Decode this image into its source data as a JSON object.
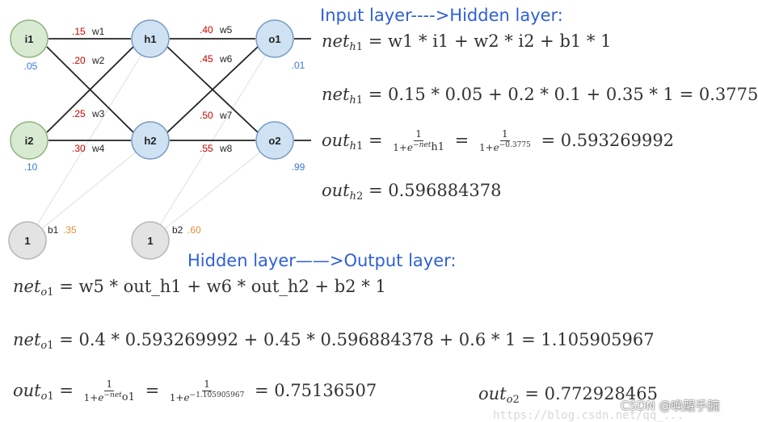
{
  "network": {
    "nodes": {
      "i1": "i1",
      "i2": "i2",
      "h1": "h1",
      "h2": "h2",
      "o1": "o1",
      "o2": "o2",
      "b1": "1",
      "b2": "1"
    },
    "inputs": {
      "i1": ".05",
      "i2": ".10"
    },
    "targets": {
      "o1": ".01",
      "o2": ".99"
    },
    "weights": {
      "w1": {
        "value": ".15",
        "name": "w1"
      },
      "w2": {
        "value": ".20",
        "name": "w2"
      },
      "w3": {
        "value": ".25",
        "name": "w3"
      },
      "w4": {
        "value": ".30",
        "name": "w4"
      },
      "w5": {
        "value": ".40",
        "name": "w5"
      },
      "w6": {
        "value": ".45",
        "name": "w6"
      },
      "w7": {
        "value": ".50",
        "name": "w7"
      },
      "w8": {
        "value": ".55",
        "name": "w8"
      }
    },
    "biases": {
      "b1": {
        "name": "b1",
        "value": ".35"
      },
      "b2": {
        "name": "b2",
        "value": ".60"
      }
    },
    "colors": {
      "input_fill": "#d9ead3",
      "input_stroke": "#8fb47f",
      "hidden_fill": "#cfe2f3",
      "hidden_stroke": "#7a9cc6",
      "bias_fill": "#e3e3e3",
      "bias_stroke": "#b8b8b8",
      "weight_value": "#cc0000",
      "input_value": "#3c78d8",
      "bias_value": "#e69138",
      "heading": "#2f5fd8"
    }
  },
  "headings": {
    "input_to_hidden": "Input layer---->Hidden layer:",
    "hidden_to_output": "Hidden layer——>Output layer:"
  },
  "equations": {
    "eq1_rhs": "= w1 * i1 + w2 * i2 + b1 * 1",
    "eq2_rhs": "= 0.15 * 0.05 + 0.2 * 0.1 + 0.35 * 1 = 0.3775",
    "eq3_exp": "−0.3775",
    "eq3_result": "= 0.593269992",
    "eq4_result": "= 0.596884378",
    "eq5_rhs": "= w5 * out_h1 + w6 * out_h2 + b2 * 1",
    "eq6_rhs": "= 0.4 * 0.593269992 + 0.45 * 0.596884378 + 0.6 * 1 = 1.105905967",
    "eq7_exp": "−1.105905967",
    "eq7_result": "= 0.75136507",
    "eq8_result": "= 0.772928465"
  },
  "watermark": {
    "text": "CSDN @唤醒手腕",
    "url": "https://blog.csdn.net/qq_..."
  }
}
